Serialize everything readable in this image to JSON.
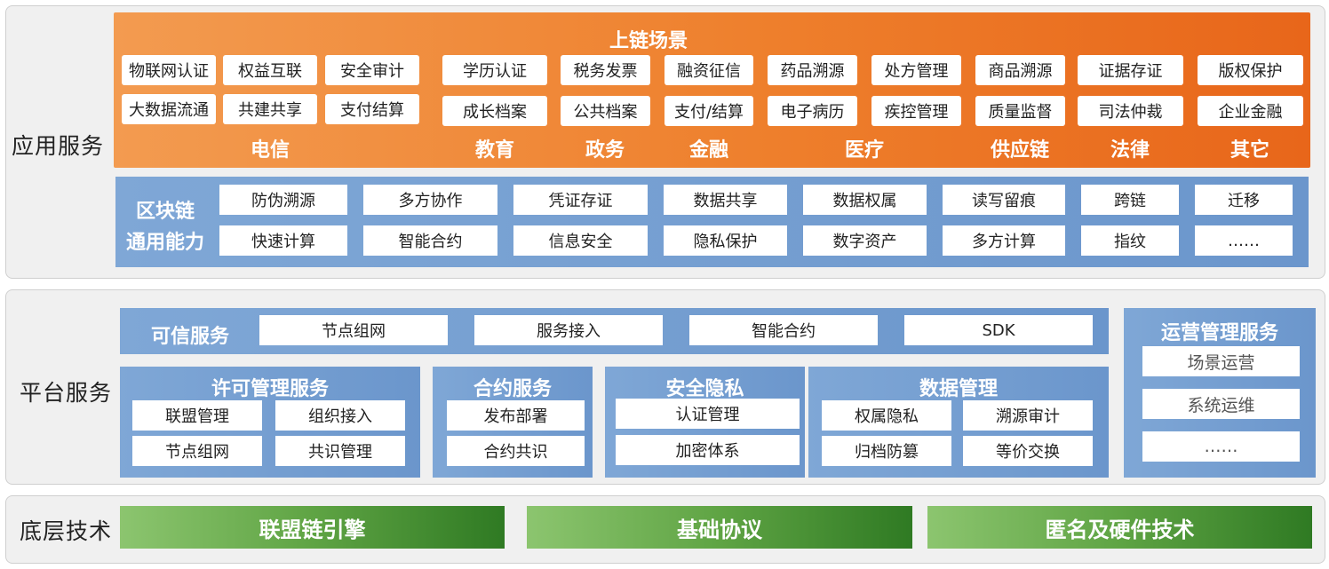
{
  "layers": {
    "app": "应用服务",
    "platform": "平台服务",
    "base": "底层技术"
  },
  "scenarios": {
    "title": "上链场景",
    "groups": [
      {
        "label": "电信",
        "items": [
          "物联网认证",
          "权益互联",
          "安全审计",
          "大数据流通",
          "共建共享",
          "支付结算"
        ]
      },
      {
        "label": "教育",
        "items": [
          "学历认证",
          "成长档案"
        ]
      },
      {
        "label": "政务",
        "items": [
          "税务发票",
          "公共档案"
        ]
      },
      {
        "label": "金融",
        "items": [
          "融资征信",
          "支付/结算"
        ]
      },
      {
        "label": "医疗",
        "items": [
          "药品溯源",
          "处方管理",
          "电子病历",
          "疾控管理"
        ]
      },
      {
        "label": "供应链",
        "items": [
          "商品溯源",
          "质量监督"
        ]
      },
      {
        "label": "法律",
        "items": [
          "证据存证",
          "司法仲裁"
        ]
      },
      {
        "label": "其它",
        "items": [
          "版权保护",
          "企业金融"
        ]
      }
    ]
  },
  "capabilities": {
    "title_line1": "区块链",
    "title_line2": "通用能力",
    "row1": [
      "防伪溯源",
      "多方协作",
      "凭证存证",
      "数据共享",
      "数据权属",
      "读写留痕",
      "跨链",
      "迁移"
    ],
    "row2": [
      "快速计算",
      "智能合约",
      "信息安全",
      "隐私保护",
      "数字资产",
      "多方计算",
      "指纹",
      "……"
    ]
  },
  "trusted": {
    "title": "可信服务",
    "items": [
      "节点组网",
      "服务接入",
      "智能合约",
      "SDK"
    ]
  },
  "license": {
    "title": "许可管理服务",
    "items": [
      "联盟管理",
      "组织接入",
      "节点组网",
      "共识管理"
    ]
  },
  "contract": {
    "title": "合约服务",
    "items": [
      "发布部署",
      "合约共识"
    ]
  },
  "security": {
    "title": "安全隐私",
    "items": [
      "认证管理",
      "加密体系"
    ]
  },
  "datamgmt": {
    "title": "数据管理",
    "items": [
      "权属隐私",
      "溯源审计",
      "归档防篡",
      "等价交换"
    ]
  },
  "ops": {
    "title": "运营管理服务",
    "items": [
      "场景运营",
      "系统运维",
      "……"
    ]
  },
  "base": {
    "items": [
      "联盟链引擎",
      "基础协议",
      "匿名及硬件技术"
    ]
  }
}
